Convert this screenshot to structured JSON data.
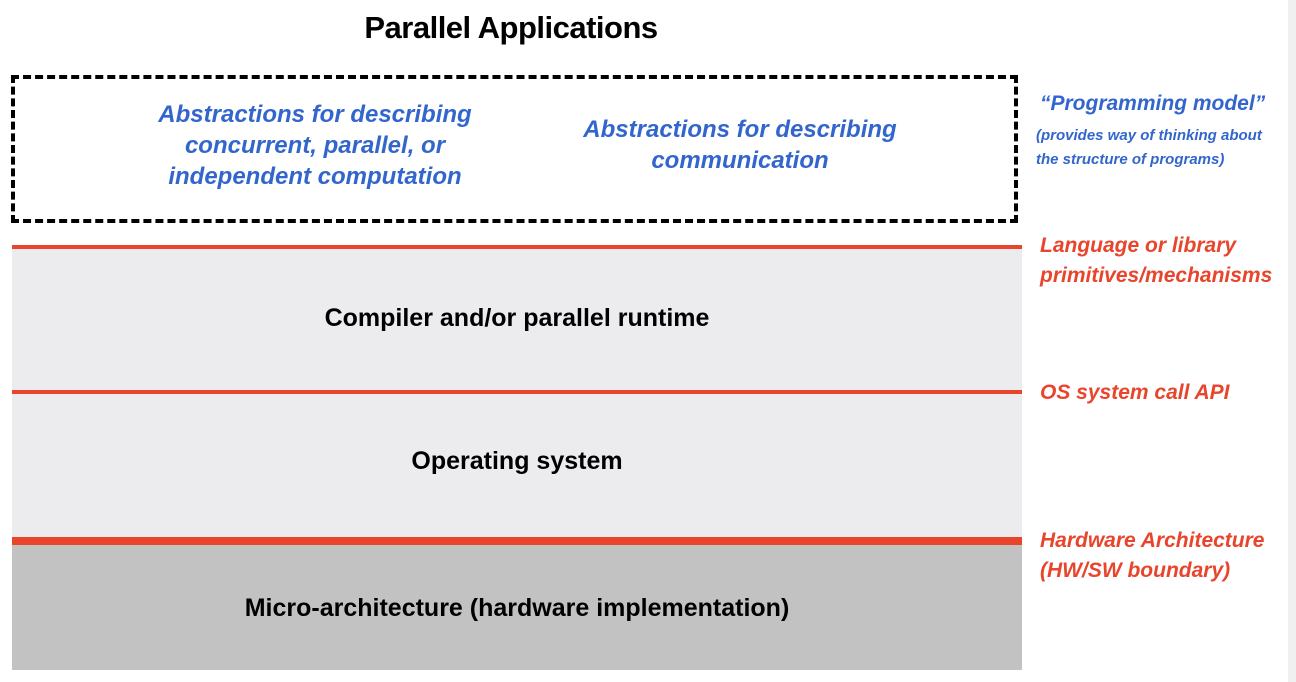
{
  "diagram": {
    "title": "Parallel Applications",
    "programming_model": {
      "abstraction_computation": [
        "Abstractions for describing",
        "concurrent, parallel, or",
        "independent computation"
      ],
      "abstraction_communication": [
        "Abstractions for describing",
        "communication"
      ]
    },
    "annotations": {
      "programming_model_title": "“Programming model”",
      "programming_model_desc": [
        "(provides way of thinking about",
        "the structure of programs)"
      ],
      "language_primitives": [
        "Language or library",
        "primitives/mechanisms"
      ],
      "os_api": "OS system call API",
      "hw_architecture": [
        "Hardware Architecture",
        "(HW/SW boundary)"
      ]
    },
    "layers": {
      "compiler": "Compiler and/or parallel runtime",
      "os": "Operating system",
      "micro_arch": "Micro-architecture (hardware implementation)"
    },
    "colors": {
      "blue": "#3366cc",
      "red": "#e8452c",
      "light_panel": "#ececee",
      "dark_panel": "#c2c2c2"
    }
  }
}
